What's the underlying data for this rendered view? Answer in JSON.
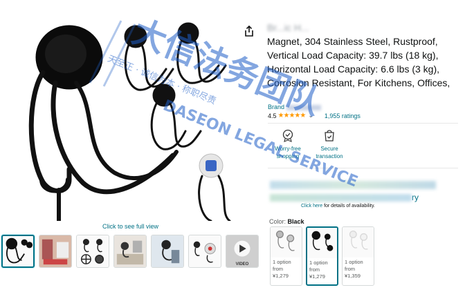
{
  "product": {
    "title_blurred": "Br...ic H...",
    "title": "Magnet, 304 Stainless Steel, Rustproof, Vertical Load Capacity: 39.7 lbs (18 kg), Horizontal Load Capacity: 6.6 lbs (3 kg), Corrosion Resistant, For Kitchens, Offices,",
    "brand_label": "Brand",
    "rating_value": "4.5",
    "stars": "★★★★★",
    "ratings_count": "1,955 ratings"
  },
  "gallery": {
    "click_to_see": "Click to see full view",
    "video_label": "VIDEO"
  },
  "features": [
    {
      "label": "Worry-free shopping",
      "icon": "badge-icon"
    },
    {
      "label": "Secure transaction",
      "icon": "lock-bag-icon"
    }
  ],
  "delivery": {
    "line2_suffix": "ry",
    "availability_link": "Click here",
    "availability_text": " for details of availability."
  },
  "color": {
    "label": "Color:",
    "selected": "Black"
  },
  "variants": [
    {
      "line1": "1 option",
      "line2": "from",
      "price": "¥1,279"
    },
    {
      "line1": "1 option",
      "line2": "from",
      "price": "¥1,279"
    },
    {
      "line1": "1 option",
      "line2": "from",
      "price": "¥1,359"
    }
  ],
  "watermark": {
    "cn": "大信法务团队",
    "cn2": "天至正 · 诚信为本 · 称职尽责",
    "en": "DASEON LEGAL SERVICE"
  },
  "colors": {
    "link": "#007185",
    "star": "#ff9900",
    "watermark": "#1f5fc7"
  }
}
